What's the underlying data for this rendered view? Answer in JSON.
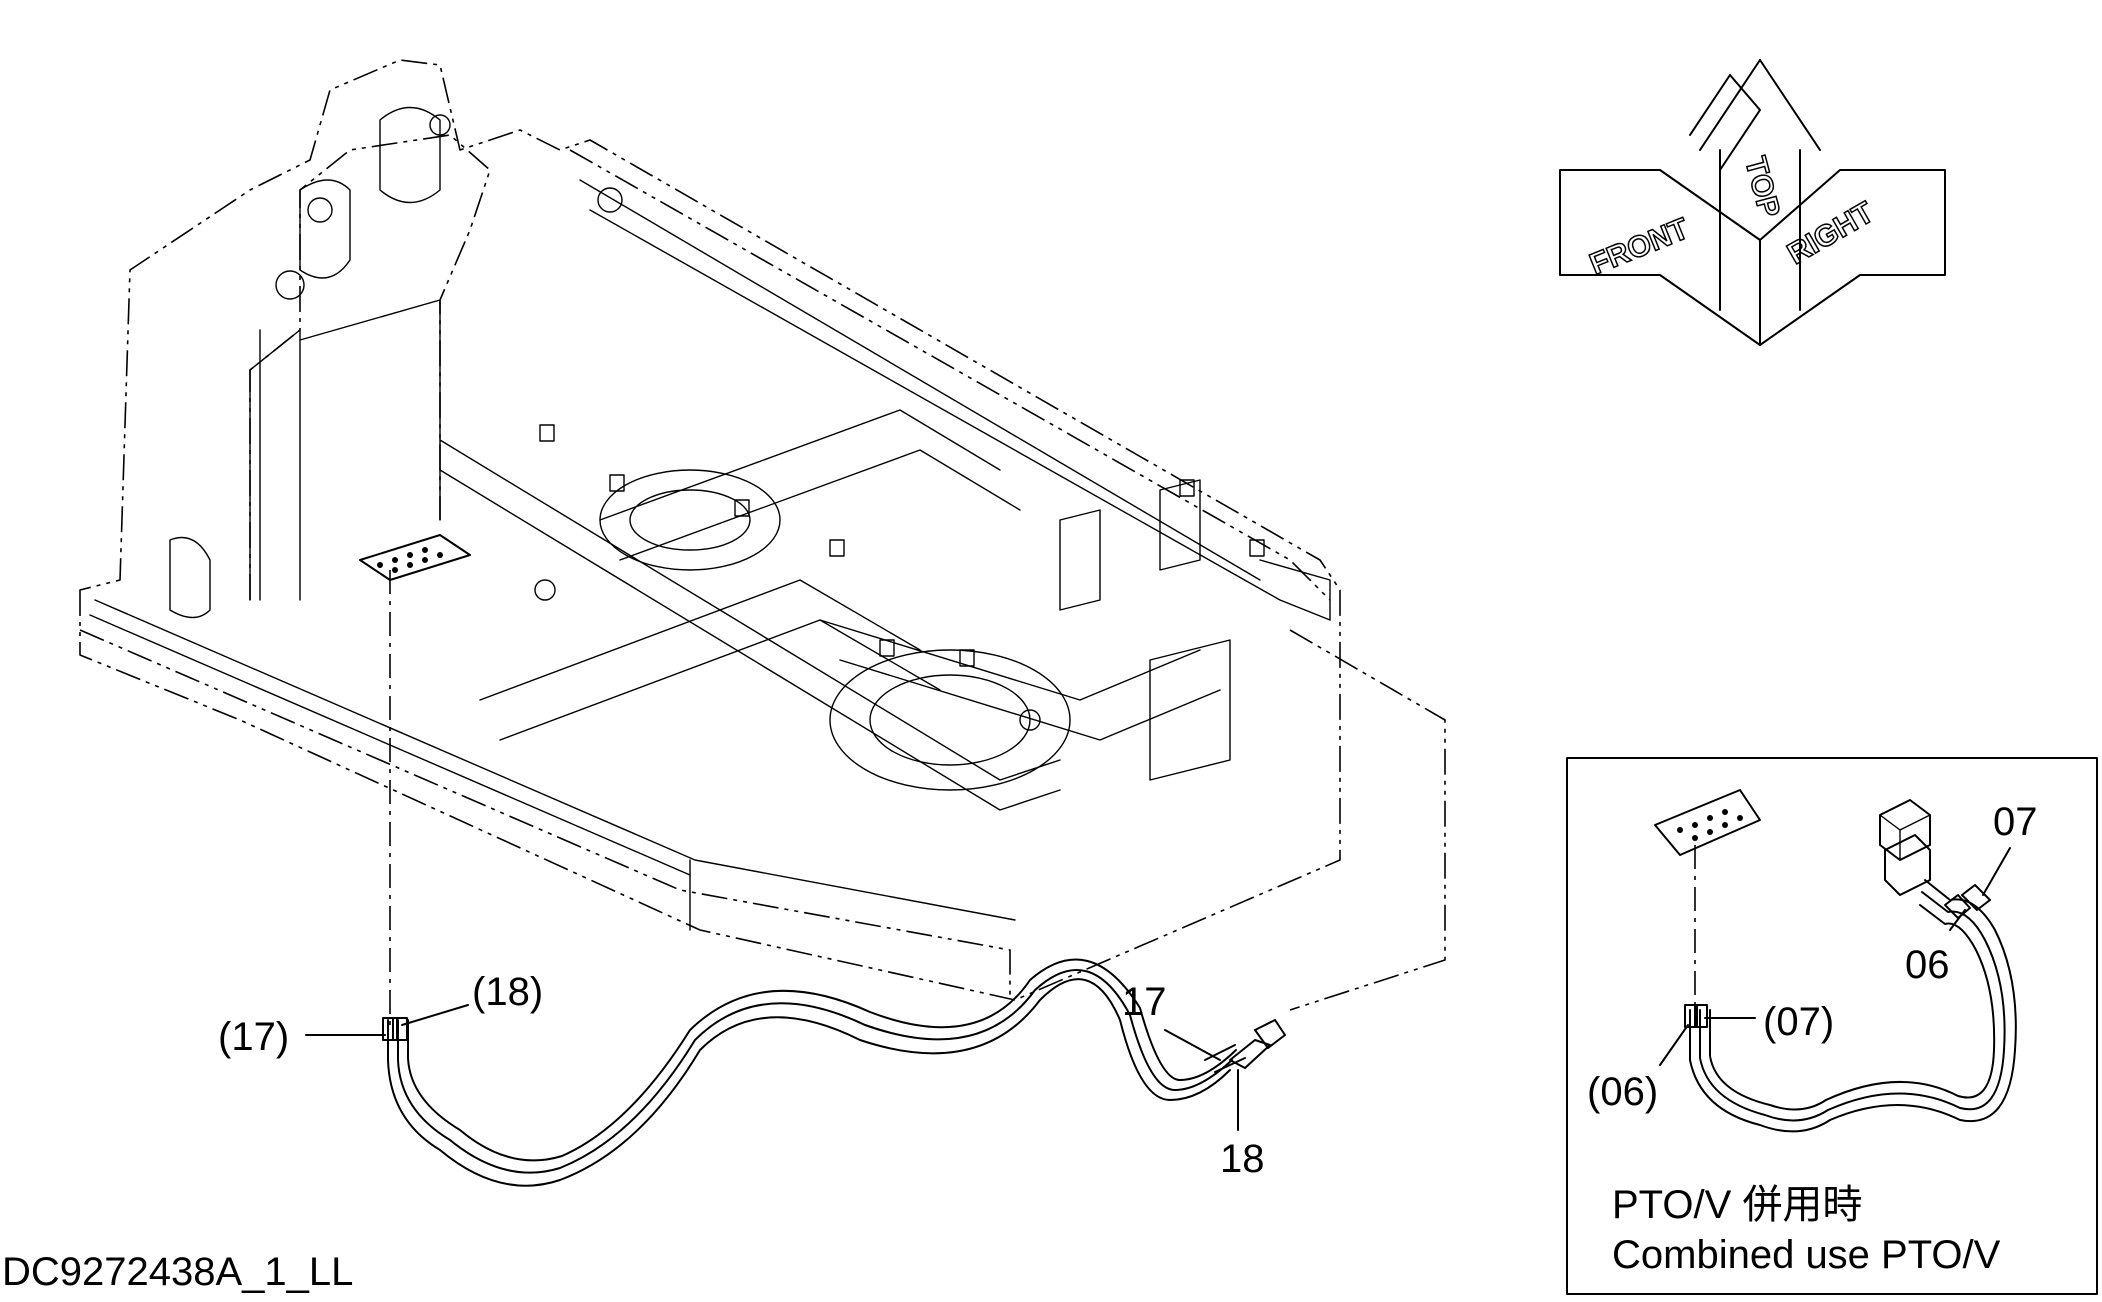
{
  "drawing": {
    "id": "DC9272438A_1_LL",
    "orientation": {
      "front": "FRONT",
      "top": "TOP",
      "right": "RIGHT"
    },
    "callouts": {
      "ref_17": "(17)",
      "ref_18": "(18)",
      "part_17": "17",
      "part_18": "18"
    },
    "inset": {
      "callouts": {
        "part_07": "07",
        "part_06": "06",
        "ref_07": "(07)",
        "ref_06": "(06)"
      },
      "caption_jp": "PTO/V 併用時",
      "caption_en": "Combined use PTO/V"
    }
  }
}
